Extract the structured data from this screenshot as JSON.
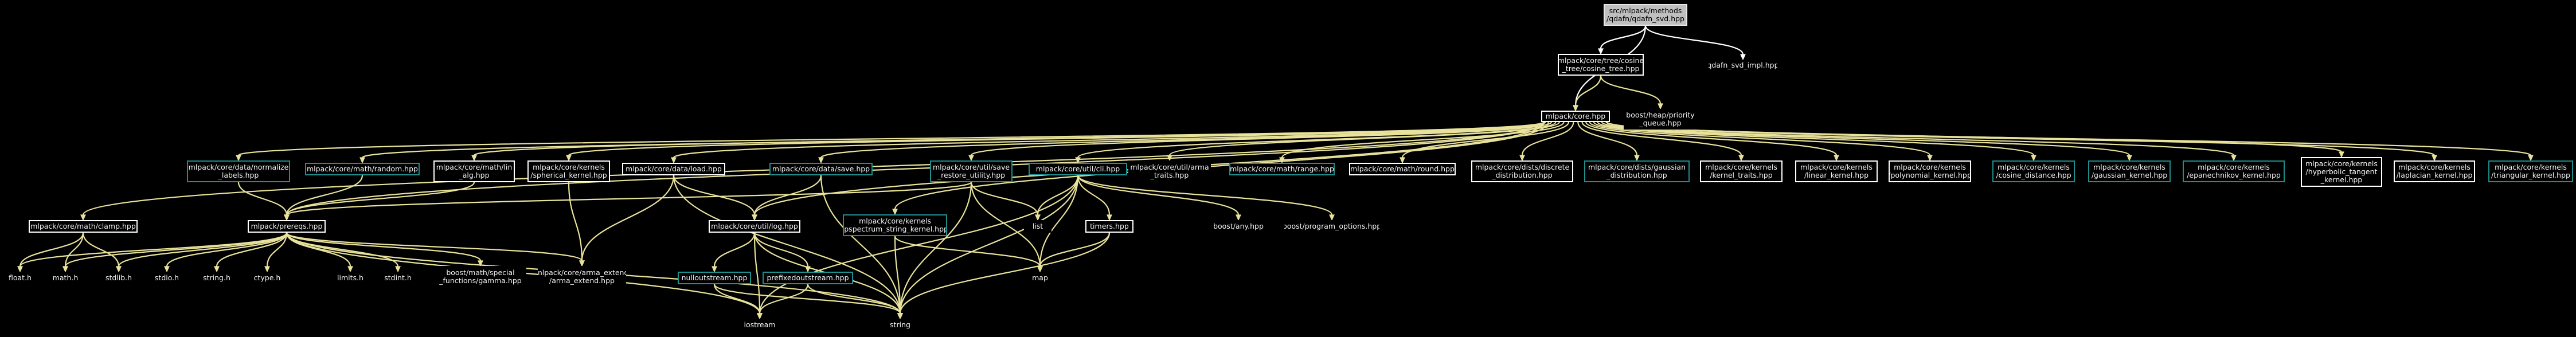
{
  "colors": {
    "edge": "#e8e29a",
    "edge_root": "#ffffff",
    "background": "#000000",
    "node_border": "#ffffff",
    "doc_border": "#1e8f8f",
    "root_fill": "#bfbfbf"
  },
  "nodes": {
    "root": "src/mlpack/methods\n/qdafn/qdafn_svd.hpp",
    "cosine_tree": "mlpack/core/tree/cosine\n_tree/cosine_tree.hpp",
    "qdafn_impl": "qdafn_svd_impl.hpp",
    "core": "mlpack/core.hpp",
    "priority_queue": "boost/heap/priority\n_queue.hpp",
    "normalize_labels": "mlpack/core/data/normalize\n_labels.hpp",
    "random": "mlpack/core/math/random.hpp",
    "lin_alg": "mlpack/core/math/lin\n_alg.hpp",
    "spherical_kernel": "mlpack/core/kernels\n/spherical_kernel.hpp",
    "load": "mlpack/core/data/load.hpp",
    "save": "mlpack/core/data/save.hpp",
    "save_restore": "mlpack/core/util/save\n_restore_utility.hpp",
    "cli": "mlpack/core/util/cli.hpp",
    "arma_traits": "mlpack/core/util/arma\n_traits.hpp",
    "range": "mlpack/core/math/range.hpp",
    "round": "mlpack/core/math/round.hpp",
    "discrete_dist": "mlpack/core/dists/discrete\n_distribution.hpp",
    "gaussian_dist": "mlpack/core/dists/gaussian\n_distribution.hpp",
    "kernel_traits": "mlpack/core/kernels\n/kernel_traits.hpp",
    "linear_kernel": "mlpack/core/kernels\n/linear_kernel.hpp",
    "polynomial_kernel": "mlpack/core/kernels\n/polynomial_kernel.hpp",
    "cosine_distance": "mlpack/core/kernels\n/cosine_distance.hpp",
    "gaussian_kernel": "mlpack/core/kernels\n/gaussian_kernel.hpp",
    "epanechnikov_kernel": "mlpack/core/kernels\n/epanechnikov_kernel.hpp",
    "hyperbolic_tangent": "mlpack/core/kernels\n/hyperbolic_tangent\n_kernel.hpp",
    "laplacian_kernel": "mlpack/core/kernels\n/laplacian_kernel.hpp",
    "triangular_kernel": "mlpack/core/kernels\n/triangular_kernel.hpp",
    "clamp": "mlpack/core/math/clamp.hpp",
    "prereqs": "mlpack/prereqs.hpp",
    "log": "mlpack/core/util/log.hpp",
    "pspectrum": "mlpack/core/kernels\n/pspectrum_string_kernel.hpp",
    "list": "list",
    "timers": "timers.hpp",
    "boost_any": "boost/any.hpp",
    "program_options": "boost/program_options.hpp",
    "float_h": "float.h",
    "math_h": "math.h",
    "stdlib_h": "stdlib.h",
    "stdio_h": "stdio.h",
    "string_h": "string.h",
    "ctype_h": "ctype.h",
    "limits_h": "limits.h",
    "stdint_h": "stdint.h",
    "gamma": "boost/math/special\n_functions/gamma.hpp",
    "arma_extend": "mlpack/core/arma_extend\n/arma_extend.hpp",
    "map": "map",
    "nulloutstream": "nulloutstream.hpp",
    "prefixedoutstream": "prefixedoutstream.hpp",
    "iostream": "iostream",
    "string": "string"
  }
}
